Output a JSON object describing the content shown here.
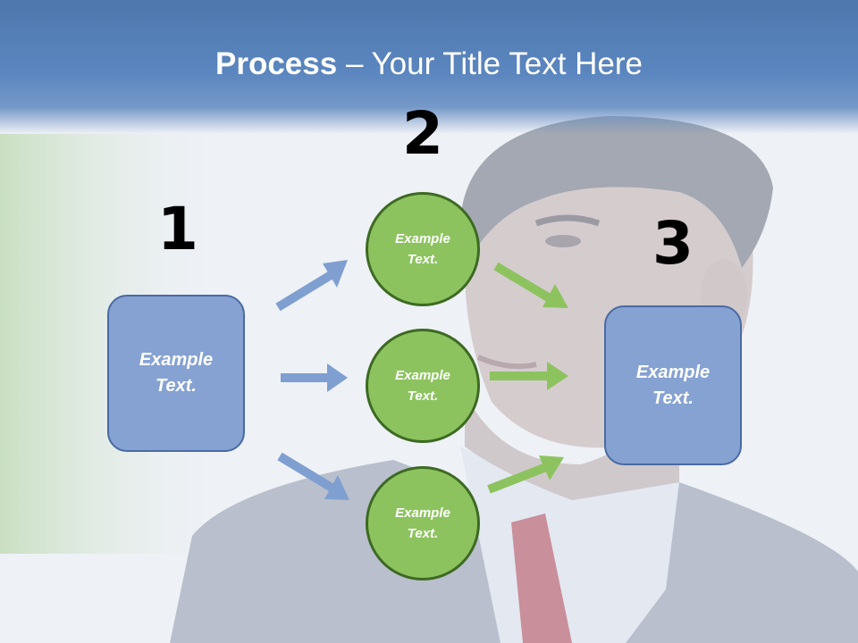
{
  "title": {
    "bold": "Process",
    "rest": " – Your Title Text Here"
  },
  "steps": {
    "n1": "1",
    "n2": "2",
    "n3": "3"
  },
  "left_box": {
    "text": "Example\nText."
  },
  "circles": [
    {
      "text": "Example\nText."
    },
    {
      "text": "Example\nText."
    },
    {
      "text": "Example\nText."
    }
  ],
  "right_box": {
    "text": "Example\nText."
  },
  "colors": {
    "title_bar": "#5b86bf",
    "box_fill": "#86a2d2",
    "box_border": "#4a6aa3",
    "circle_fill": "#8dc35f",
    "circle_border": "#3d6a23",
    "blue_arrow": "#7f9fd1",
    "green_arrow": "#8dc35f"
  }
}
